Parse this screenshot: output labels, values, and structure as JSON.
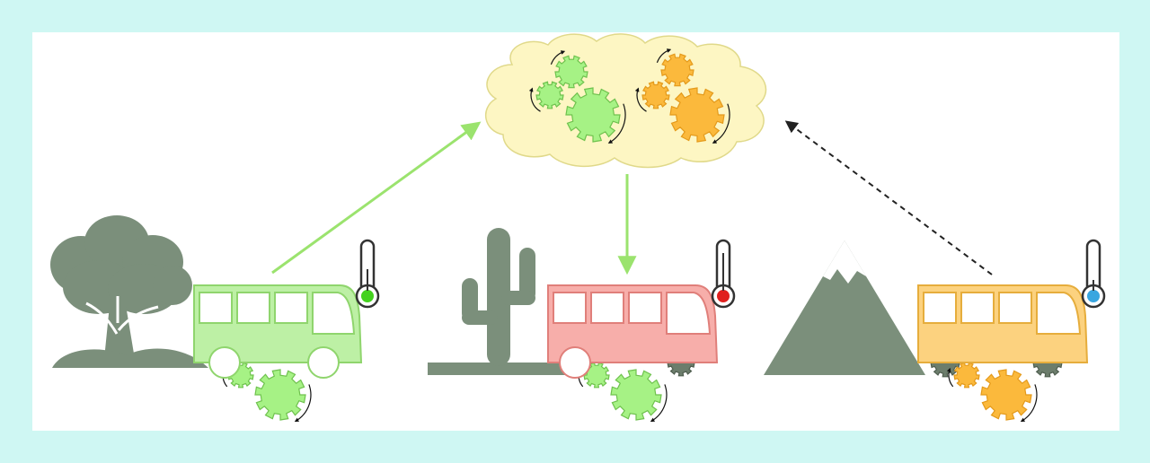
{
  "colors": {
    "background": "#cff7f3",
    "panel": "#ffffff",
    "silhouette": "#7b8f7b",
    "green_gear": "#a6f285",
    "green_gear_stroke": "#6fc24e",
    "orange_gear": "#fbb93c",
    "orange_gear_stroke": "#e49a1b",
    "cloud_fill": "#fdf6c3",
    "cloud_stroke": "#e0d98a",
    "bus_green": "#bdf0a5",
    "bus_green_stroke": "#8fd56d",
    "bus_red": "#f7aeaa",
    "bus_red_stroke": "#e07f7a",
    "bus_orange": "#fcd27f",
    "bus_orange_stroke": "#e6ad3c",
    "dark_gear": "#6c7d6c",
    "arrow_green": "#9be36e",
    "arrow_black": "#222222",
    "thermo_green": "#44d21e",
    "thermo_red": "#e0201e",
    "thermo_blue": "#39a6e0"
  },
  "scenes": [
    {
      "id": "forest",
      "landmark": "tree-icon",
      "bus_color": "green",
      "thermo": "green"
    },
    {
      "id": "desert",
      "landmark": "cactus-icon",
      "bus_color": "red",
      "thermo": "red"
    },
    {
      "id": "mountain",
      "landmark": "mountain-icon",
      "bus_color": "orange",
      "thermo": "blue"
    }
  ],
  "arrows": [
    {
      "from": "forest-bus",
      "to": "cloud",
      "style": "solid",
      "color": "green"
    },
    {
      "from": "cloud",
      "to": "desert-bus",
      "style": "solid",
      "color": "green"
    },
    {
      "from": "mountain-bus",
      "to": "cloud",
      "style": "dashed",
      "color": "black"
    }
  ]
}
